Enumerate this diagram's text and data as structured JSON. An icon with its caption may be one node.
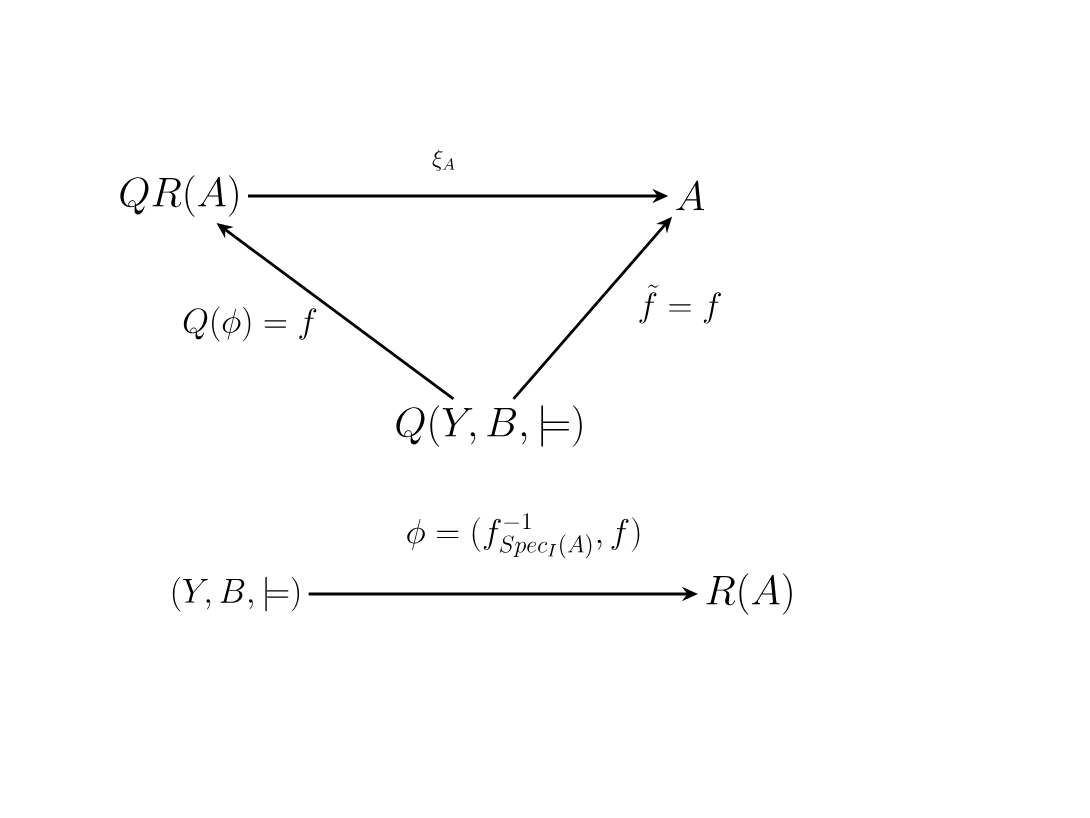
{
  "diagram": {
    "nodes": [
      {
        "text": [
          "QR(A)"
        ]
      },
      {
        "text": [
          "A"
        ]
      },
      {
        "text": [
          "Q(Y,B,\\models)"
        ]
      },
      {
        "text": [
          "(Y,B,\\models)"
        ]
      },
      {
        "text": [
          "R(A)"
        ]
      }
    ],
    "edges": [
      {
        "from": 0,
        "to": 1,
        "arrow": "to",
        "label": "\\xi_A"
      },
      {
        "from": 2,
        "to": 0,
        "arrow": "to",
        "label": "Q(\\phi) = f"
      },
      {
        "from": 2,
        "to": 1,
        "arrow": "to",
        "label": "\\tilde{f} = f"
      },
      {
        "from": 3,
        "to": 4,
        "arrow": "to",
        "label": "\\phi = (f^{-1}_{Spec_I(A)}, f)"
      }
    ]
  }
}
